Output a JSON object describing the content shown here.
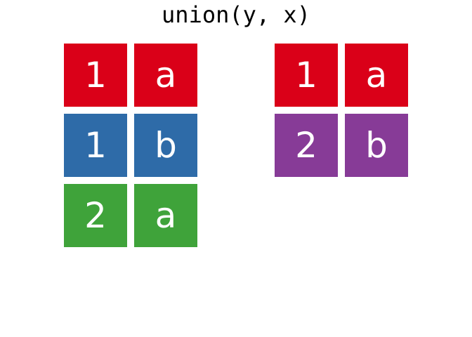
{
  "title": "union(y, x)",
  "colors": {
    "red": "#DA0018",
    "blue": "#2E6BA8",
    "green": "#3FA33A",
    "purple": "#873B97",
    "cell_text": "#FFFFFF",
    "title_text": "#000000",
    "background": "#FFFFFF"
  },
  "left_table": {
    "rows": [
      {
        "color": "red",
        "cells": [
          "1",
          "a"
        ]
      },
      {
        "color": "blue",
        "cells": [
          "1",
          "b"
        ]
      },
      {
        "color": "green",
        "cells": [
          "2",
          "a"
        ]
      }
    ]
  },
  "right_table": {
    "rows": [
      {
        "color": "red",
        "cells": [
          "1",
          "a"
        ]
      },
      {
        "color": "purple",
        "cells": [
          "2",
          "b"
        ]
      }
    ]
  }
}
